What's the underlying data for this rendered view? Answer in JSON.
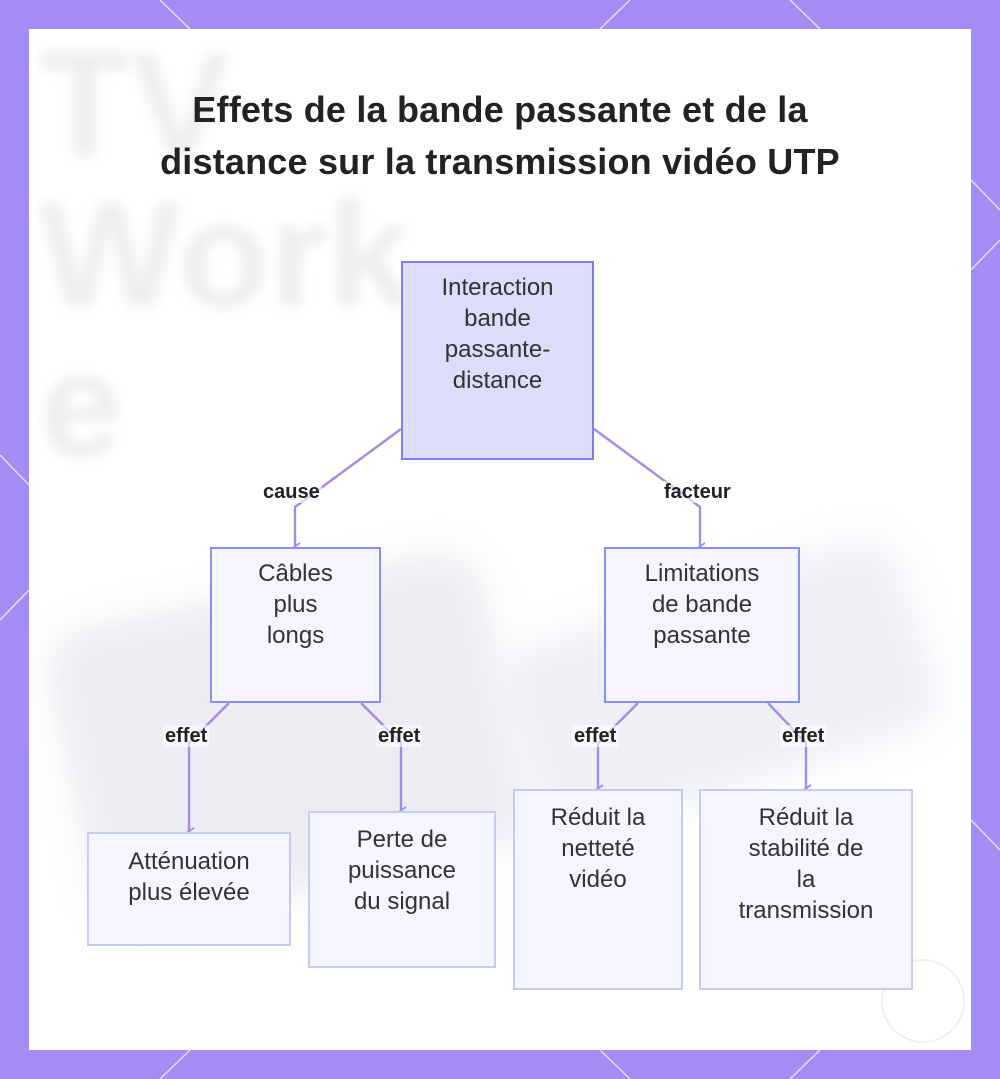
{
  "title": "Effets de la bande passante et de la distance sur la transmission vidéo UTP",
  "background_watermark": "TV\nWork\ne",
  "colors": {
    "frame": "#a58cf5",
    "edge": "#a58ae6",
    "root_fill": "#dcdcfb",
    "node_fill": "#f4f5ff"
  },
  "nodes": {
    "root": "Interaction\nbande\npassante-\ndistance",
    "longer_cables": "Câbles\nplus\nlongs",
    "bandwidth_limits": "Limitations\nde bande\npassante",
    "higher_attenuation": "Atténuation\nplus élevée",
    "signal_power_loss": "Perte de\npuissance\ndu signal",
    "reduced_sharpness": "Réduit la\nnetteté\nvidéo",
    "reduced_stability": "Réduit la\nstabilité de\nla\ntransmission"
  },
  "edge_labels": {
    "cause": "cause",
    "facteur": "facteur",
    "effet_1": "effet",
    "effet_2": "effet",
    "effet_3": "effet",
    "effet_4": "effet"
  }
}
